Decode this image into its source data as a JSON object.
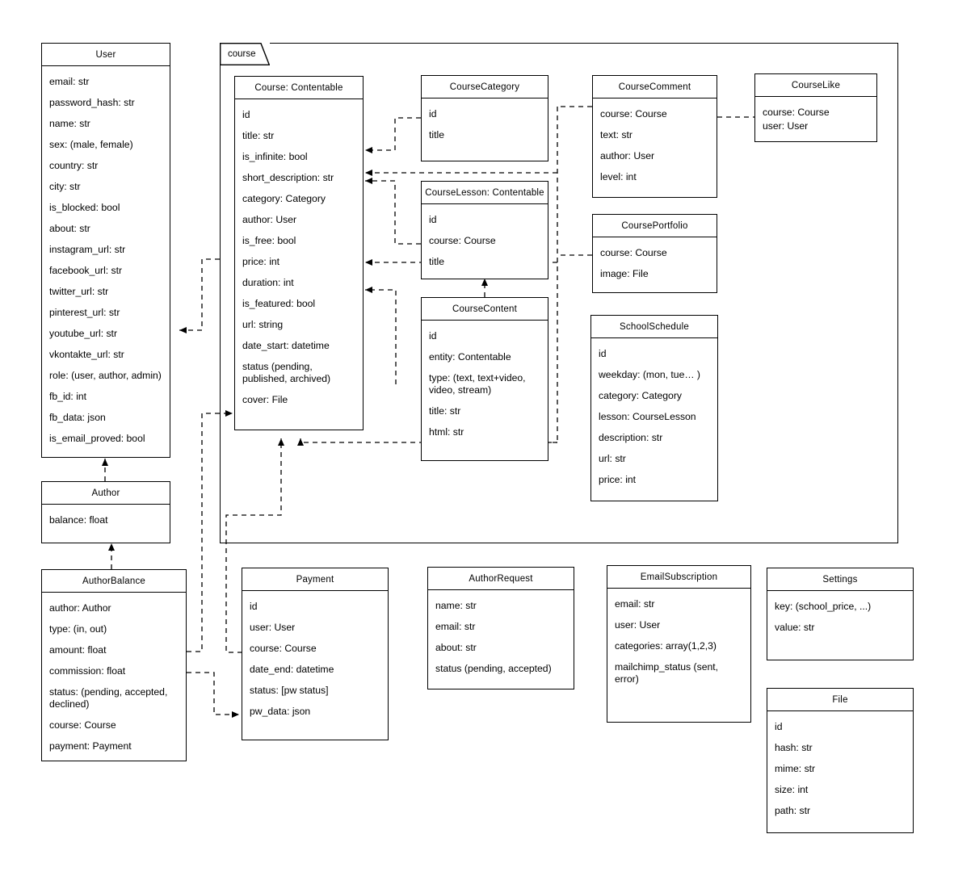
{
  "diagram": {
    "kind": "uml-class-diagram",
    "package": {
      "label": "course"
    }
  },
  "classes": {
    "user": {
      "title": "User",
      "attrs": [
        "email: str",
        "password_hash: str",
        "name: str",
        "sex: (male, female)",
        "country: str",
        "city: str",
        "is_blocked: bool",
        "about: str",
        "instagram_url: str",
        "facebook_url: str",
        "twitter_url: str",
        "pinterest_url: str",
        "youtube_url: str",
        "vkontakte_url: str",
        "role: (user, author, admin)",
        "fb_id: int",
        "fb_data: json",
        "is_email_proved: bool"
      ]
    },
    "author": {
      "title": "Author",
      "attrs": [
        "balance: float"
      ]
    },
    "author_balance": {
      "title": "AuthorBalance",
      "attrs": [
        "author: Author",
        "type: (in, out)",
        "amount: float",
        "commission: float",
        "status: (pending, accepted, declined)",
        "course: Course",
        "payment: Payment"
      ]
    },
    "course": {
      "title": "Course: Contentable",
      "attrs": [
        "id",
        "title: str",
        "is_infinite: bool",
        "short_description: str",
        "category: Category",
        "author: User",
        "is_free: bool",
        "price: int",
        "duration: int",
        "is_featured: bool",
        "url: string",
        "date_start: datetime",
        "status (pending, published, archived)",
        "cover: File"
      ]
    },
    "course_category": {
      "title": "CourseCategory",
      "attrs": [
        "id",
        "title"
      ]
    },
    "course_lesson": {
      "title": "CourseLesson: Contentable",
      "attrs": [
        "id",
        "course: Course",
        "title"
      ]
    },
    "course_content": {
      "title": "CourseContent",
      "attrs": [
        "id",
        "entity: Contentable",
        "type: (text, text+video, video, stream)",
        "title: str",
        "html: str"
      ]
    },
    "course_comment": {
      "title": "CourseComment",
      "attrs": [
        "course: Course",
        "text: str",
        "author: User",
        "level: int"
      ]
    },
    "course_portfolio": {
      "title": "CoursePortfolio",
      "attrs": [
        "course: Course",
        "image: File"
      ]
    },
    "course_like": {
      "title": "CourseLike",
      "attrs": [
        "course: Course",
        "user: User"
      ]
    },
    "school_schedule": {
      "title": "SchoolSchedule",
      "attrs": [
        "id",
        "weekday: (mon, tue… )",
        "category: Category",
        "lesson: CourseLesson",
        "description: str",
        "url: str",
        "price: int"
      ]
    },
    "payment": {
      "title": "Payment",
      "attrs": [
        "id",
        "user: User",
        "course: Course",
        "date_end: datetime",
        "status: [pw status]",
        "pw_data: json"
      ]
    },
    "author_request": {
      "title": "AuthorRequest",
      "attrs": [
        "name: str",
        "email: str",
        "about: str",
        "status (pending, accepted)"
      ]
    },
    "email_subscription": {
      "title": "EmailSubscription",
      "attrs": [
        "email: str",
        "user: User",
        "categories: array(1,2,3)",
        "mailchimp_status (sent, error)"
      ]
    },
    "settings": {
      "title": "Settings",
      "attrs": [
        "key: (school_price, ...)",
        "value: str"
      ]
    },
    "file": {
      "title": "File",
      "attrs": [
        "id",
        "hash: str",
        "mime: str",
        "size: int",
        "path: str"
      ]
    }
  },
  "colors": {
    "stroke": "#000000",
    "background": "#ffffff",
    "text": "#000000"
  }
}
